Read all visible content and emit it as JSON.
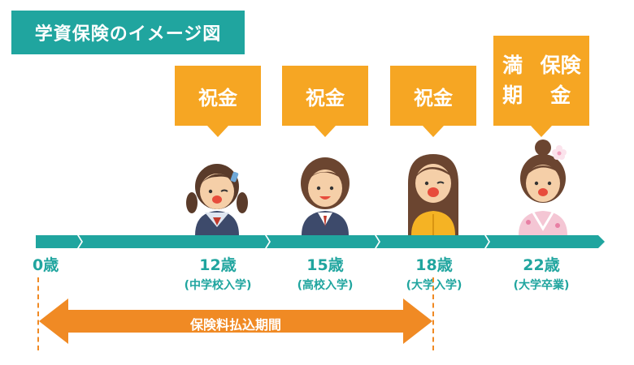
{
  "title": "学資保険のイメージ図",
  "payouts": [
    {
      "label": "祝金"
    },
    {
      "label": "祝金"
    },
    {
      "label": "祝金"
    },
    {
      "label_line1": "満期",
      "label_line2": "保険金"
    }
  ],
  "ages": [
    {
      "age": "0歳",
      "event": ""
    },
    {
      "age": "12歳",
      "event": "(中学校入学)"
    },
    {
      "age": "15歳",
      "event": "(高校入学)"
    },
    {
      "age": "18歳",
      "event": "(大学入学)"
    },
    {
      "age": "22歳",
      "event": "(大学卒業)"
    }
  ],
  "payment_period": "保険料払込期間",
  "colors": {
    "teal": "#20a59f",
    "orange_callout": "#f6a623",
    "orange_arrow": "#f08a24"
  }
}
